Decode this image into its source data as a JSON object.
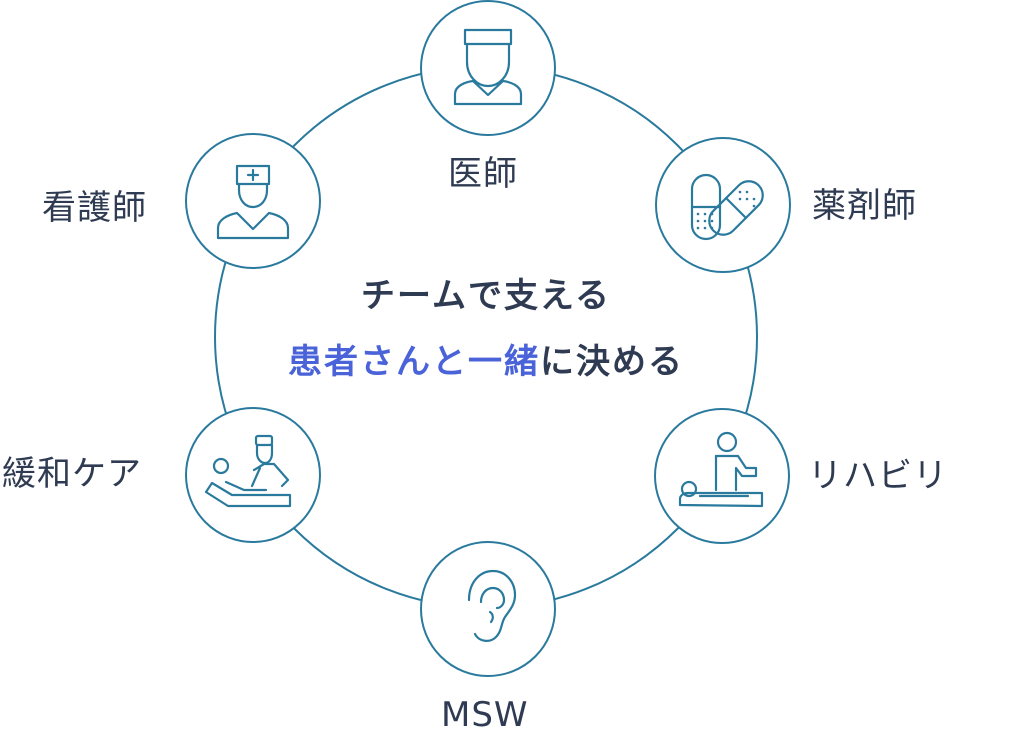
{
  "center": {
    "line1": "チームで支える",
    "line2_highlight": "患者さんと一緒",
    "line2_rest": "に決める"
  },
  "nodes": [
    {
      "id": "doctor",
      "label": "医師",
      "icon": "doctor-icon"
    },
    {
      "id": "pharmacist",
      "label": "薬剤師",
      "icon": "pill-capsule-icon"
    },
    {
      "id": "rehab",
      "label": "リハビリ",
      "icon": "physical-therapy-icon"
    },
    {
      "id": "msw",
      "label": "MSW",
      "icon": "ear-icon"
    },
    {
      "id": "palliative",
      "label": "緩和ケア",
      "icon": "patient-care-icon"
    },
    {
      "id": "nurse",
      "label": "看護師",
      "icon": "nurse-icon"
    }
  ],
  "colors": {
    "line": "#2a7a9e",
    "text": "#2f3b52",
    "highlight": "#4a63d9"
  }
}
